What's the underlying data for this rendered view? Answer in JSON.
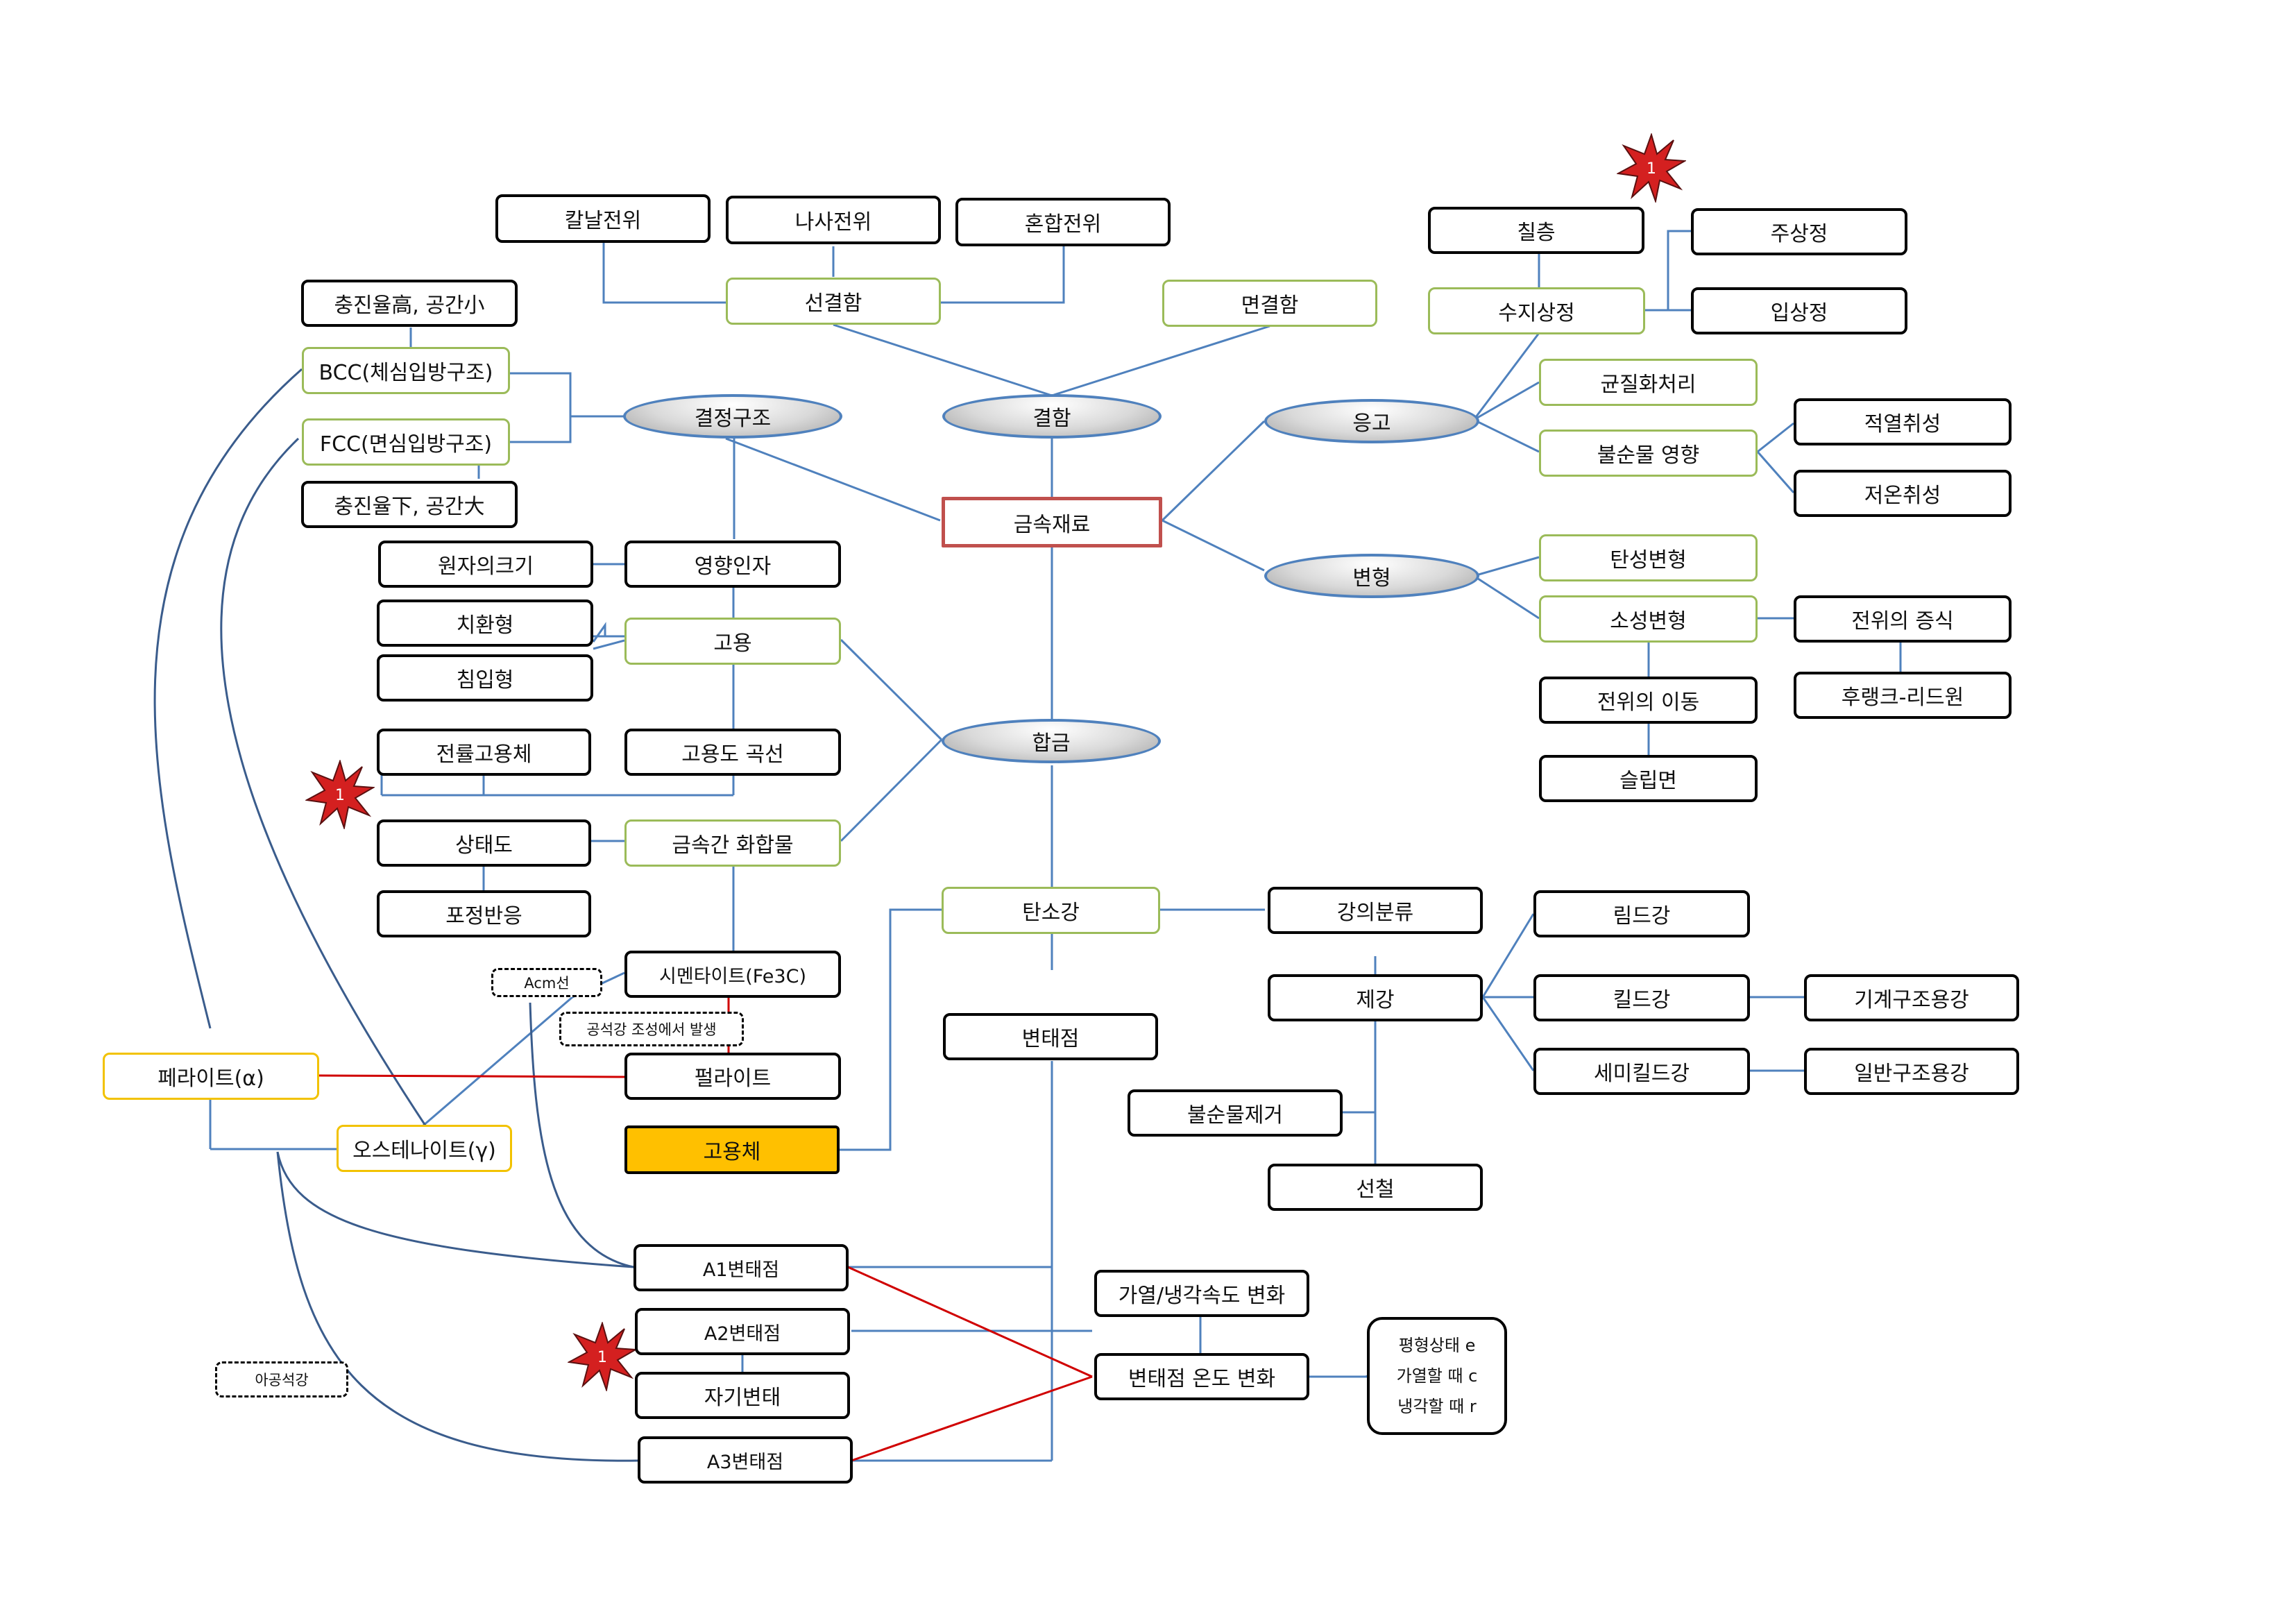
{
  "nodes": {
    "root": "금속재료",
    "defect": "결함",
    "line_defect": "선결함",
    "plane_defect": "면결함",
    "edge_dislocation": "칼날전위",
    "screw_dislocation": "나사전위",
    "mixed_dislocation": "혼합전위",
    "crystal": "결정구조",
    "bcc_note": "충진율高, 공간小",
    "bcc": "BCC(체심입방구조)",
    "fcc": "FCC(면심입방구조)",
    "fcc_note": "충진율下, 공간大",
    "solidification": "응고",
    "chill": "칠층",
    "dendrite_zone": "수지상정",
    "columnar": "주상정",
    "equiaxed": "입상정",
    "homogenize": "균질화처리",
    "impurity_effect": "불순물 영향",
    "red_short": "적열취성",
    "cold_short": "저온취성",
    "deformation": "변형",
    "elastic": "탄성변형",
    "plastic": "소성변형",
    "dislocation_increase": "전위의 증식",
    "frank_read": "후랭크-리드원",
    "dislocation_move": "전위의 이동",
    "slip_plane": "슬립면",
    "atom_size": "원자의크기",
    "factors": "영향인자",
    "substitutional": "치환형",
    "interstitial": "침입형",
    "solid_solution": "고용",
    "complete_solid": "전률고용체",
    "solvus": "고용도 곡선",
    "alloy": "합금",
    "phase_diagram": "상태도",
    "intermetallic": "금속간 화합물",
    "peritectic": "포정반응",
    "cementite": "시멘타이트(Fe3C)",
    "acm": "Acm선",
    "hypereutectoid": "공석강 조성에서 발생",
    "pearlite": "펄라이트",
    "ferrite": "페라이트(α)",
    "austenite": "오스테나이트(γ)",
    "solid_body": "고용체",
    "carbon_steel": "탄소강",
    "transformation": "변태점",
    "strength_class": "강의분류",
    "steelmaking": "제강",
    "rimmed": "림드강",
    "killed": "킬드강",
    "semikilled": "세미킬드강",
    "machine_steel": "기계구조용강",
    "general_steel": "일반구조용강",
    "impurity_removal": "불순물제거",
    "pig_iron": "선철",
    "a1": "A1변태점",
    "a2": "A2변태점",
    "magnetic": "자기변태",
    "a3": "A3변태점",
    "hypoeutectoid": "아공석강",
    "rate_change": "가열/냉각속도 변화",
    "temp_change": "변태점 온도 변화",
    "equilibrium": "평형상태 e",
    "heating": "가열할 때 c",
    "cooling": "냉각할 때 r"
  },
  "markers": {
    "number": "1"
  },
  "colors": {
    "line": "#4f81bd",
    "curve": "#3a5c8c",
    "red": "#d00000",
    "burst": "#d42020"
  }
}
